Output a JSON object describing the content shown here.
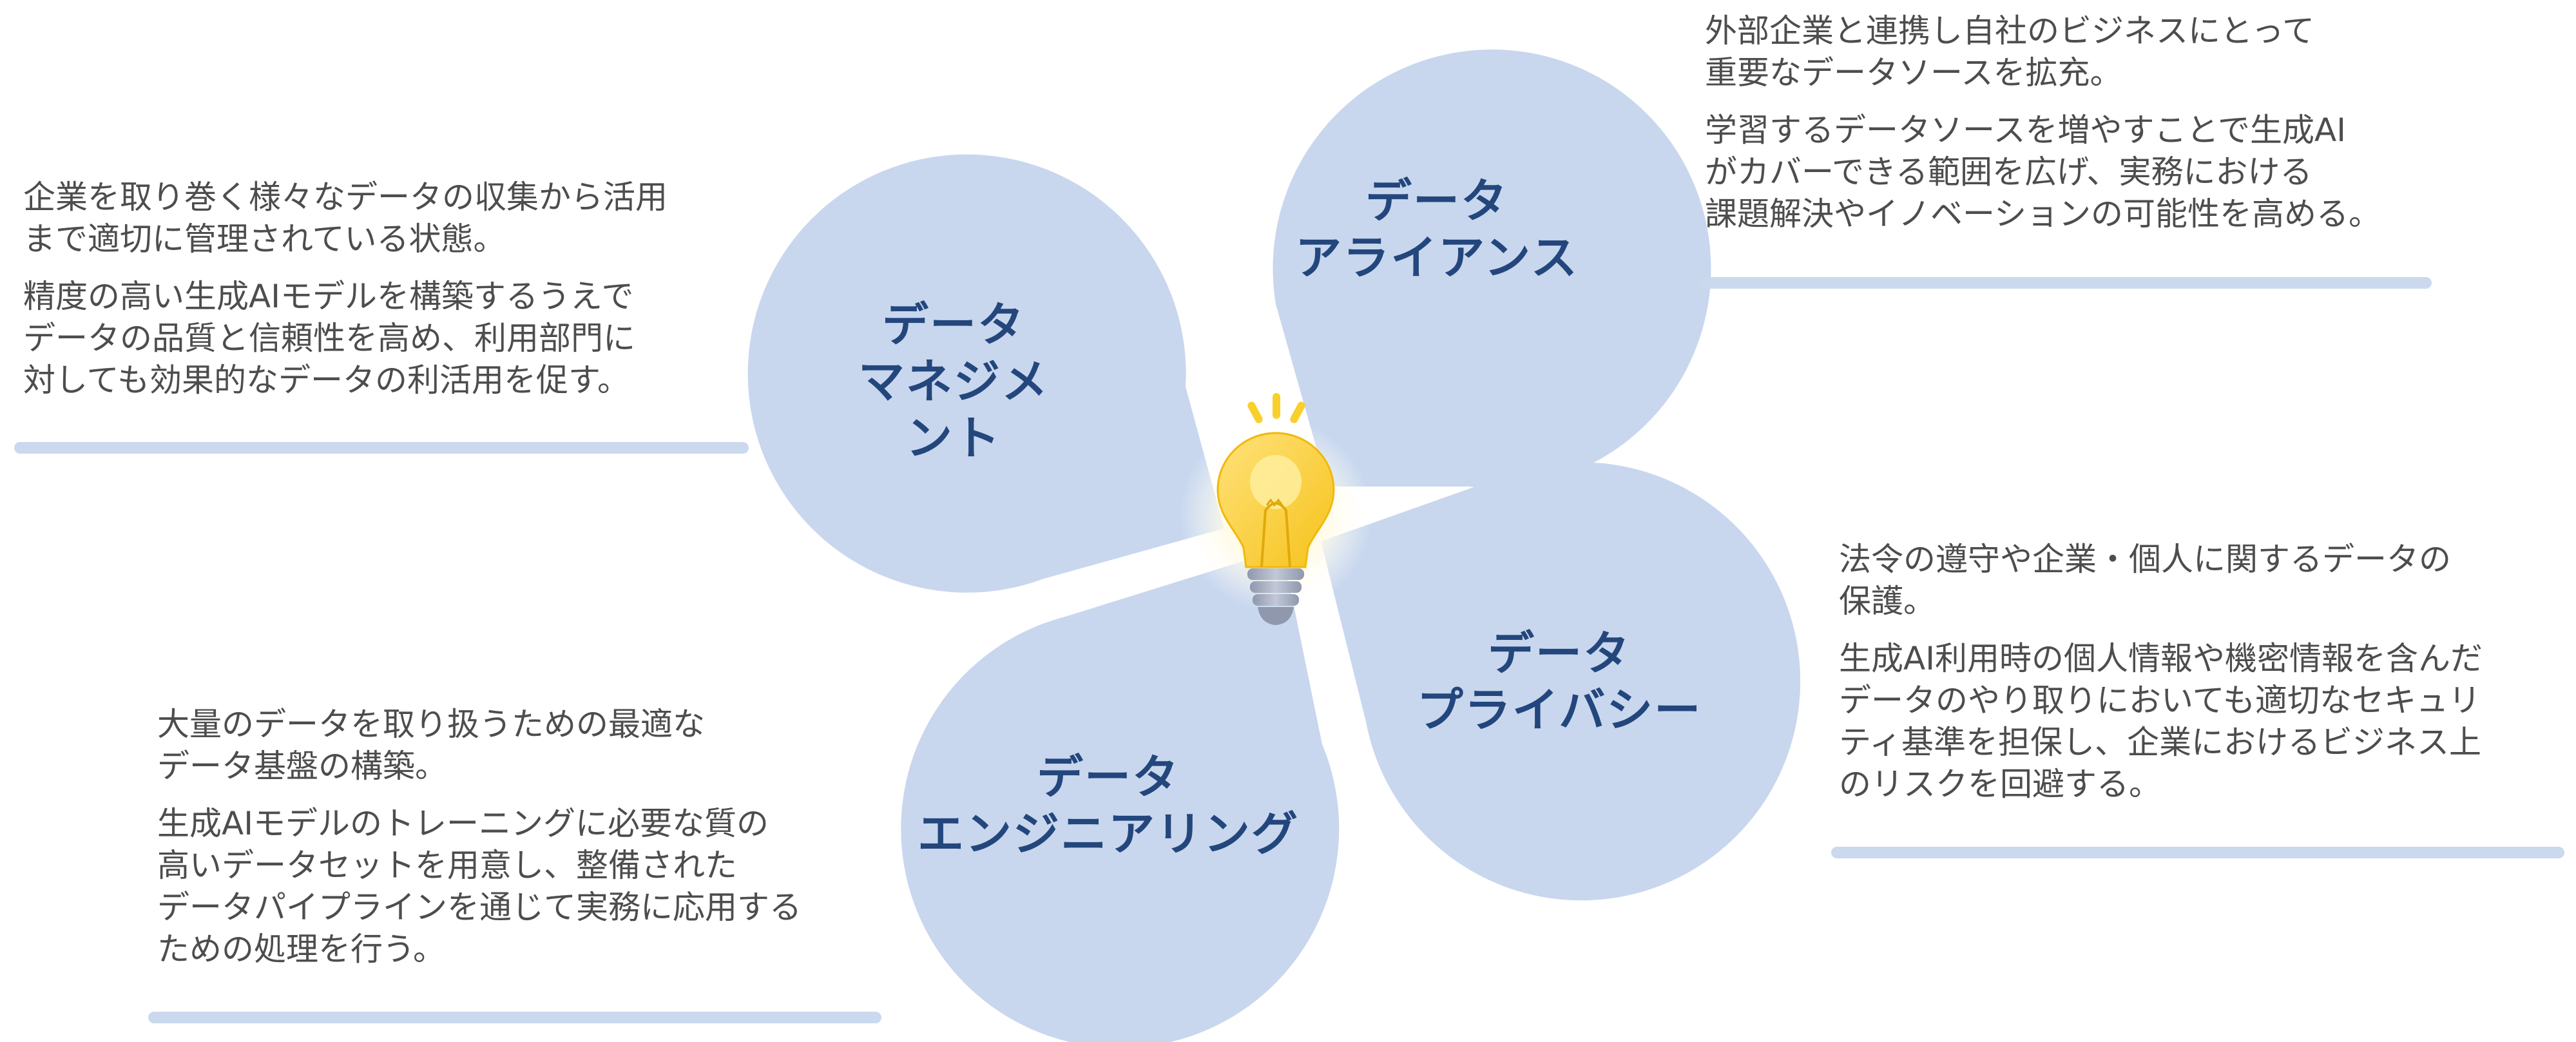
{
  "colors": {
    "petal": "#c8d7ee",
    "label": "#23467c",
    "body_text": "#4d4d4d",
    "underline": "#cbd9ee",
    "bulb": "#f9cf2c",
    "bulb_base": "#9aa3b8"
  },
  "center_icon": "lightbulb-icon",
  "petals": [
    {
      "label": "データ\nマネジメント"
    },
    {
      "label": "データ\nアライアンス"
    },
    {
      "label": "データ\nプライバシー"
    },
    {
      "label": "データ\nエンジニアリング"
    }
  ],
  "descriptions": [
    {
      "summary": "企業を取り巻く様々なデータの収集から活用\nまで適切に管理されている状態。",
      "detail": "精度の高い生成AIモデルを構築するうえで\nデータの品質と信頼性を高め、利用部門に\n対しても効果的なデータの利活用を促す。"
    },
    {
      "summary": "外部企業と連携し自社のビジネスにとって\n重要なデータソースを拡充。",
      "detail": "学習するデータソースを増やすことで生成AI\nがカバーできる範囲を広げ、実務における\n課題解決やイノベーションの可能性を高める。"
    },
    {
      "summary": "法令の遵守や企業・個人に関するデータの\n保護。",
      "detail": "生成AI利用時の個人情報や機密情報を含んだ\nデータのやり取りにおいても適切なセキュリ\nティ基準を担保し、企業におけるビジネス上\nのリスクを回避する。"
    },
    {
      "summary": "大量のデータを取り扱うための最適な\nデータ基盤の構築。",
      "detail": "生成AIモデルのトレーニングに必要な質の\n高いデータセットを用意し、整備された\nデータパイプラインを通じて実務に応用する\nための処理を行う。"
    }
  ]
}
